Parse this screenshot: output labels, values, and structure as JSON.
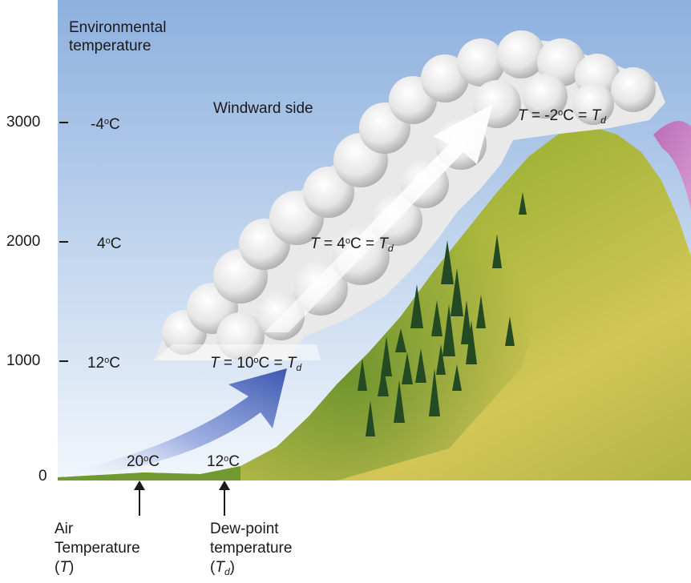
{
  "header": {
    "env_line1": "Environmental",
    "env_line2": "temperature",
    "windward": "Windward side"
  },
  "axis": {
    "ticks": [
      {
        "label": "3000",
        "env_temp": "-4",
        "deg": "o",
        "unit": "C"
      },
      {
        "label": "2000",
        "env_temp": "4",
        "deg": "o",
        "unit": "C"
      },
      {
        "label": "1000",
        "env_temp": "12",
        "deg": "o",
        "unit": "C"
      },
      {
        "label": "0"
      }
    ]
  },
  "parcel": {
    "top": {
      "T": "T",
      "eq1": " = -2",
      "deg": "o",
      "unit": "C = ",
      "Td_main": "T",
      "Td_sub": "d"
    },
    "mid": {
      "T": "T",
      "eq1": " = 4",
      "deg": "o",
      "unit": "C = ",
      "Td_main": "T",
      "Td_sub": "d"
    },
    "base": {
      "T": "T",
      "eq1": " = 10",
      "deg": "o",
      "unit": "C = ",
      "Td_main": "T",
      "Td_sub": "d"
    }
  },
  "surface": {
    "air_temp": "20",
    "dew_temp": "12",
    "deg": "o",
    "unit": "C"
  },
  "pointers": {
    "air": {
      "line1": "Air",
      "line2": "Temperature",
      "line3_open": "(",
      "line3_sym": "T",
      "line3_close": ")"
    },
    "dew": {
      "line1": "Dew-point",
      "line2": "temperature",
      "line3_open": "(",
      "line3_sym": "T",
      "line3_sub": "d",
      "line3_close": ")"
    }
  },
  "colors": {
    "sky_top": "#8fb2e0",
    "sky_bottom": "#eef4fb",
    "mountain_light": "#d6c85a",
    "mountain_dark": "#6c9a2a",
    "arrow_blue": "#4a63b8",
    "arrow_white": "#f2f2f2",
    "leeward_pink": "#c780c0",
    "tree": "#234a22"
  }
}
